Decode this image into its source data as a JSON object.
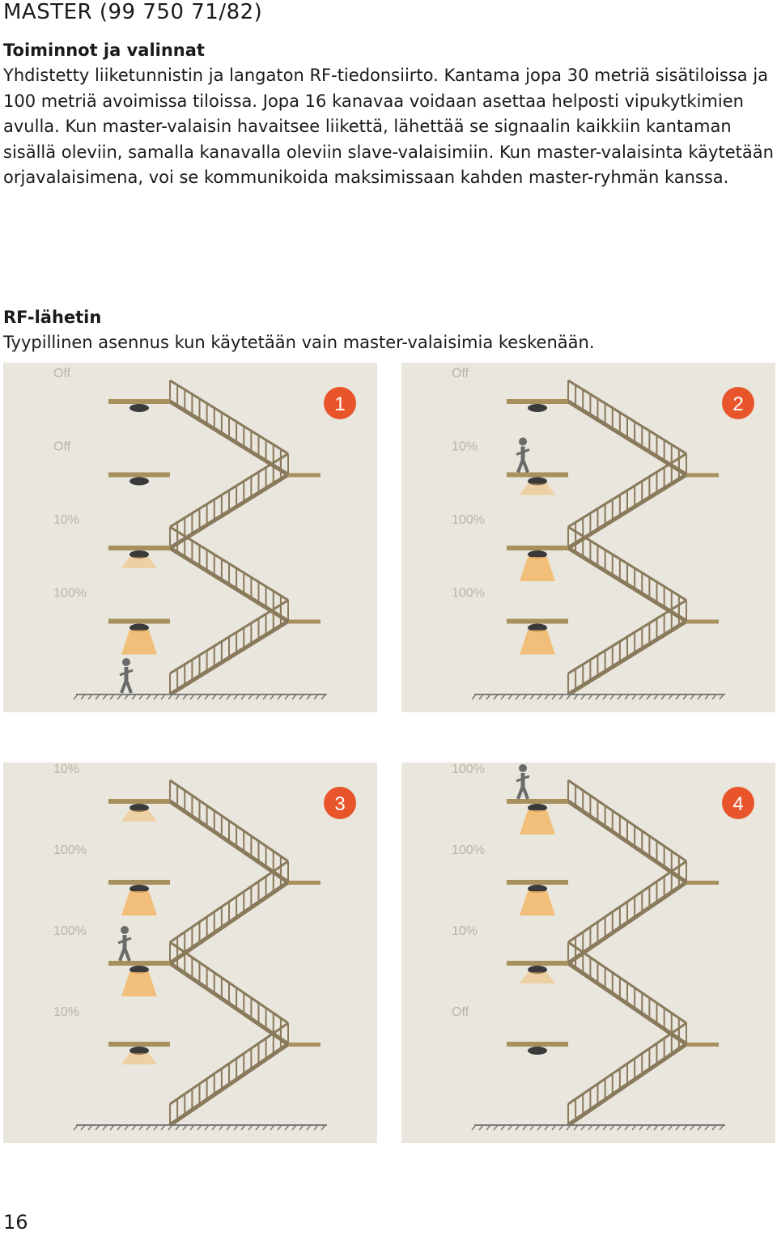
{
  "header": {
    "title": "MASTER (99 750 71/82)"
  },
  "section1": {
    "heading": "Toiminnot ja valinnat",
    "body": "Yhdistetty liiketunnistin ja langaton RF-tiedonsiirto. Kantama jopa 30 metriä sisätiloissa ja 100 metriä avoimissa tiloissa. Jopa 16 kanavaa voidaan asettaa helposti vipukytkimien avulla. Kun master-valaisin havaitsee liikettä, lähettää se signaalin kaikkiin kantaman sisällä oleviin, samalla kanavalla oleviin slave-valaisimiin. Kun master-valaisinta käytetään orjavalaisimena, voi se kommunikoida maksimissaan kahden master-ryhmän kanssa."
  },
  "section2": {
    "heading": "RF-lähetin",
    "body": "Tyypillinen asennus kun käytetään vain master-valaisimia keskenään."
  },
  "colors": {
    "badge": "#e8552a",
    "background": "#e9e6dd",
    "stair": "#8a7a5c",
    "landing": "#a88f5e",
    "glow": "#f3b561"
  },
  "diagrams": [
    {
      "badge": "1",
      "person_floor": 0,
      "levels": [
        "Off",
        "Off",
        "10%",
        "100%"
      ]
    },
    {
      "badge": "2",
      "person_floor": 3,
      "levels": [
        "Off",
        "10%",
        "100%",
        "100%"
      ]
    },
    {
      "badge": "3",
      "person_floor": 2,
      "levels": [
        "10%",
        "100%",
        "100%",
        "10%"
      ]
    },
    {
      "badge": "4",
      "person_floor": 4,
      "levels": [
        "100%",
        "100%",
        "10%",
        "Off"
      ]
    }
  ],
  "footer": {
    "page_number": "16"
  }
}
